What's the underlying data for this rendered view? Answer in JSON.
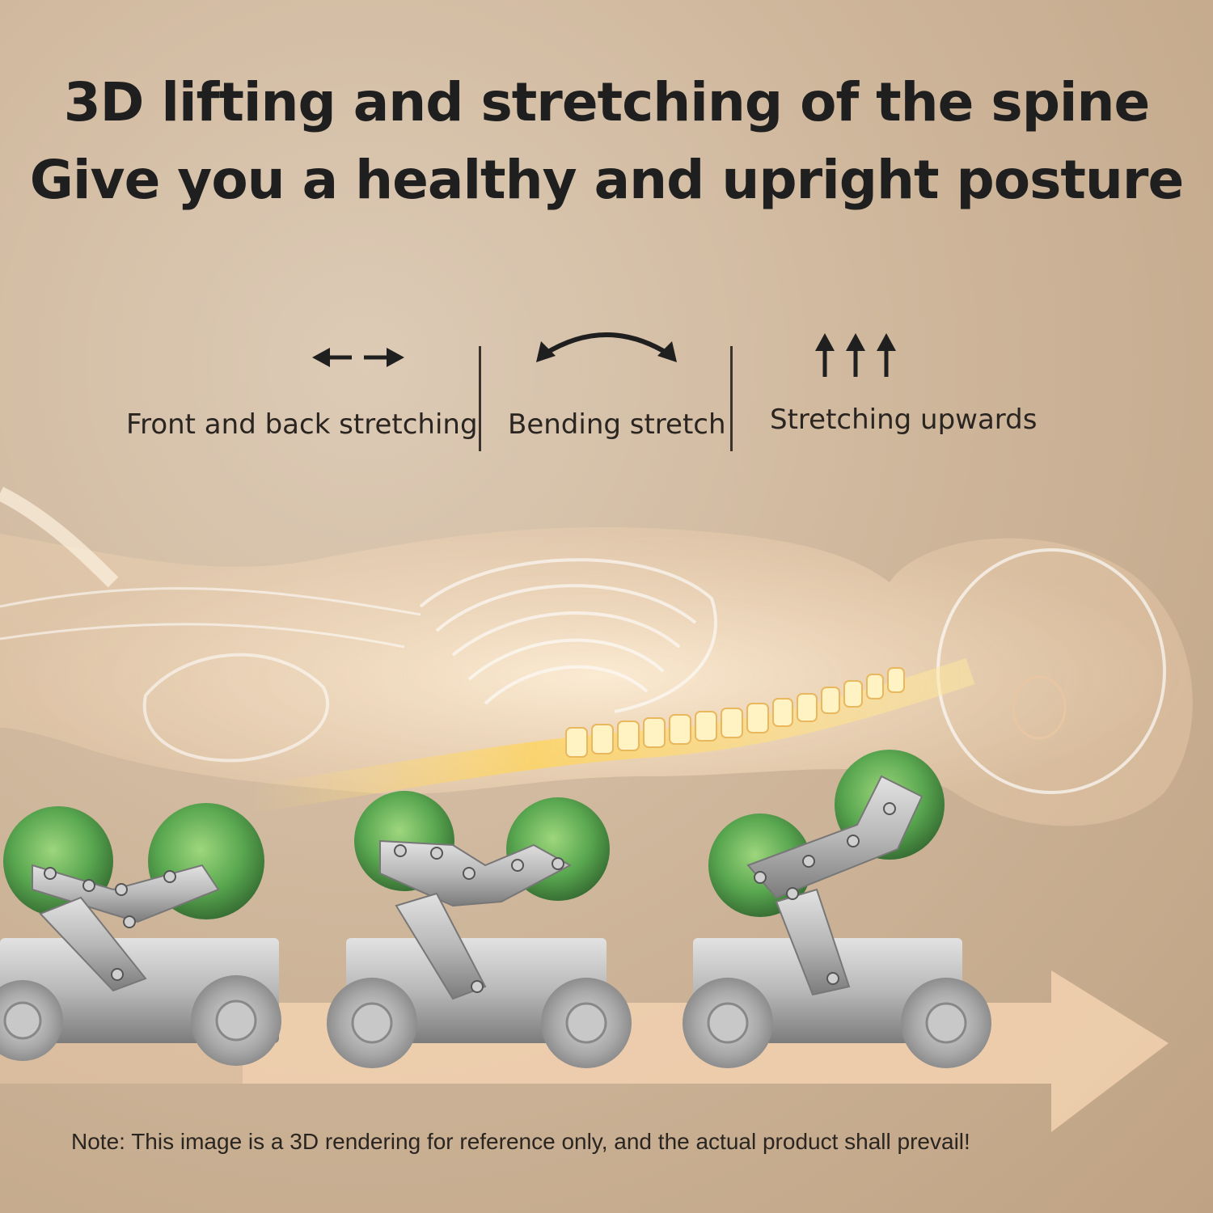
{
  "headline": {
    "line1": "3D lifting and stretching of the spine",
    "line2": "Give you a healthy and upright posture"
  },
  "features": [
    {
      "label": "Front and back stretching",
      "icon": "double-horizontal-arrow-icon"
    },
    {
      "label": "Bending stretch",
      "icon": "curved-arc-arrow-icon"
    },
    {
      "label": "Stretching upwards",
      "icon": "triple-up-arrow-icon"
    }
  ],
  "illustration": {
    "subject": "translucent-human-skeleton",
    "rollers": "green-massage-rollers-on-carriages",
    "direction_arrow": "right-arrow-icon"
  },
  "note": "Note: This image is a 3D rendering for reference only, and the actual product shall prevail!",
  "colors": {
    "background": "#cfb79c",
    "text": "#1f1f1f",
    "roller_green": "#4fa64a",
    "metal": "#b9b9b9",
    "arrow": "#f0cfae",
    "spine_glow": "#ffd76a"
  }
}
